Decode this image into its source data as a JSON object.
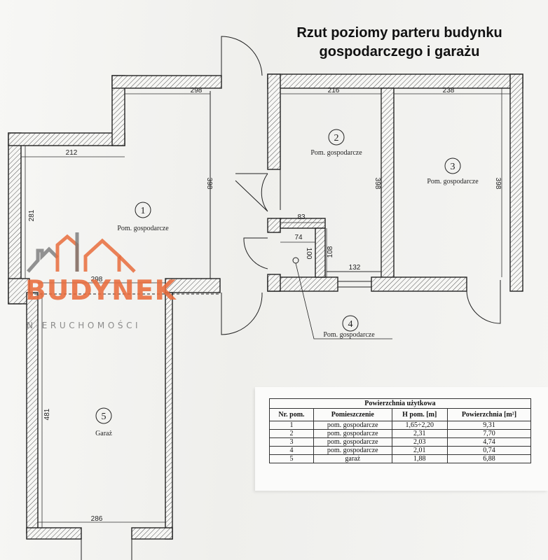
{
  "title": {
    "line1": "Rzut poziomy parteru budynku",
    "line2": "gospodarczego i garażu"
  },
  "rooms": [
    {
      "num": "1",
      "name": "Pom. gospodarcze"
    },
    {
      "num": "2",
      "name": "Pom. gospodarcze"
    },
    {
      "num": "3",
      "name": "Pom. gospodarcze"
    },
    {
      "num": "4",
      "name": "Pom. gospodarcze"
    },
    {
      "num": "5",
      "name": "Garaż"
    }
  ],
  "dimensions": {
    "d298_top": "298",
    "d216": "216",
    "d238": "238",
    "d212": "212",
    "d398_r1": "398",
    "d398_r2": "398",
    "d398_r3": "398",
    "d281": "281",
    "d83": "83",
    "d74": "74",
    "d100": "100",
    "d108": "108",
    "d132": "132",
    "d298_mid": "298",
    "d481": "481",
    "d286": "286"
  },
  "watermark": {
    "name": "BUDYNEK",
    "sub": "NIERUCHOMOŚCI"
  },
  "table": {
    "caption": "Powierzchnia użytkowa",
    "headers": [
      "Nr. pom.",
      "Pomieszczenie",
      "H pom. [m]",
      "Powierzchnia [m²]"
    ],
    "rows": [
      [
        "1",
        "pom. gospodarcze",
        "1,65÷2,20",
        "9,31"
      ],
      [
        "2",
        "pom. gospodarcze",
        "2,31",
        "7,70"
      ],
      [
        "3",
        "pom. gospodarcze",
        "2,03",
        "4,74"
      ],
      [
        "4",
        "pom. gospodarcze",
        "2,01",
        "0,74"
      ],
      [
        "5",
        "garaż",
        "1,88",
        "6,88"
      ]
    ]
  },
  "colors": {
    "wall_line": "#222222",
    "watermark_orange": "#e86c3c",
    "watermark_gray": "#7a7a7a"
  }
}
